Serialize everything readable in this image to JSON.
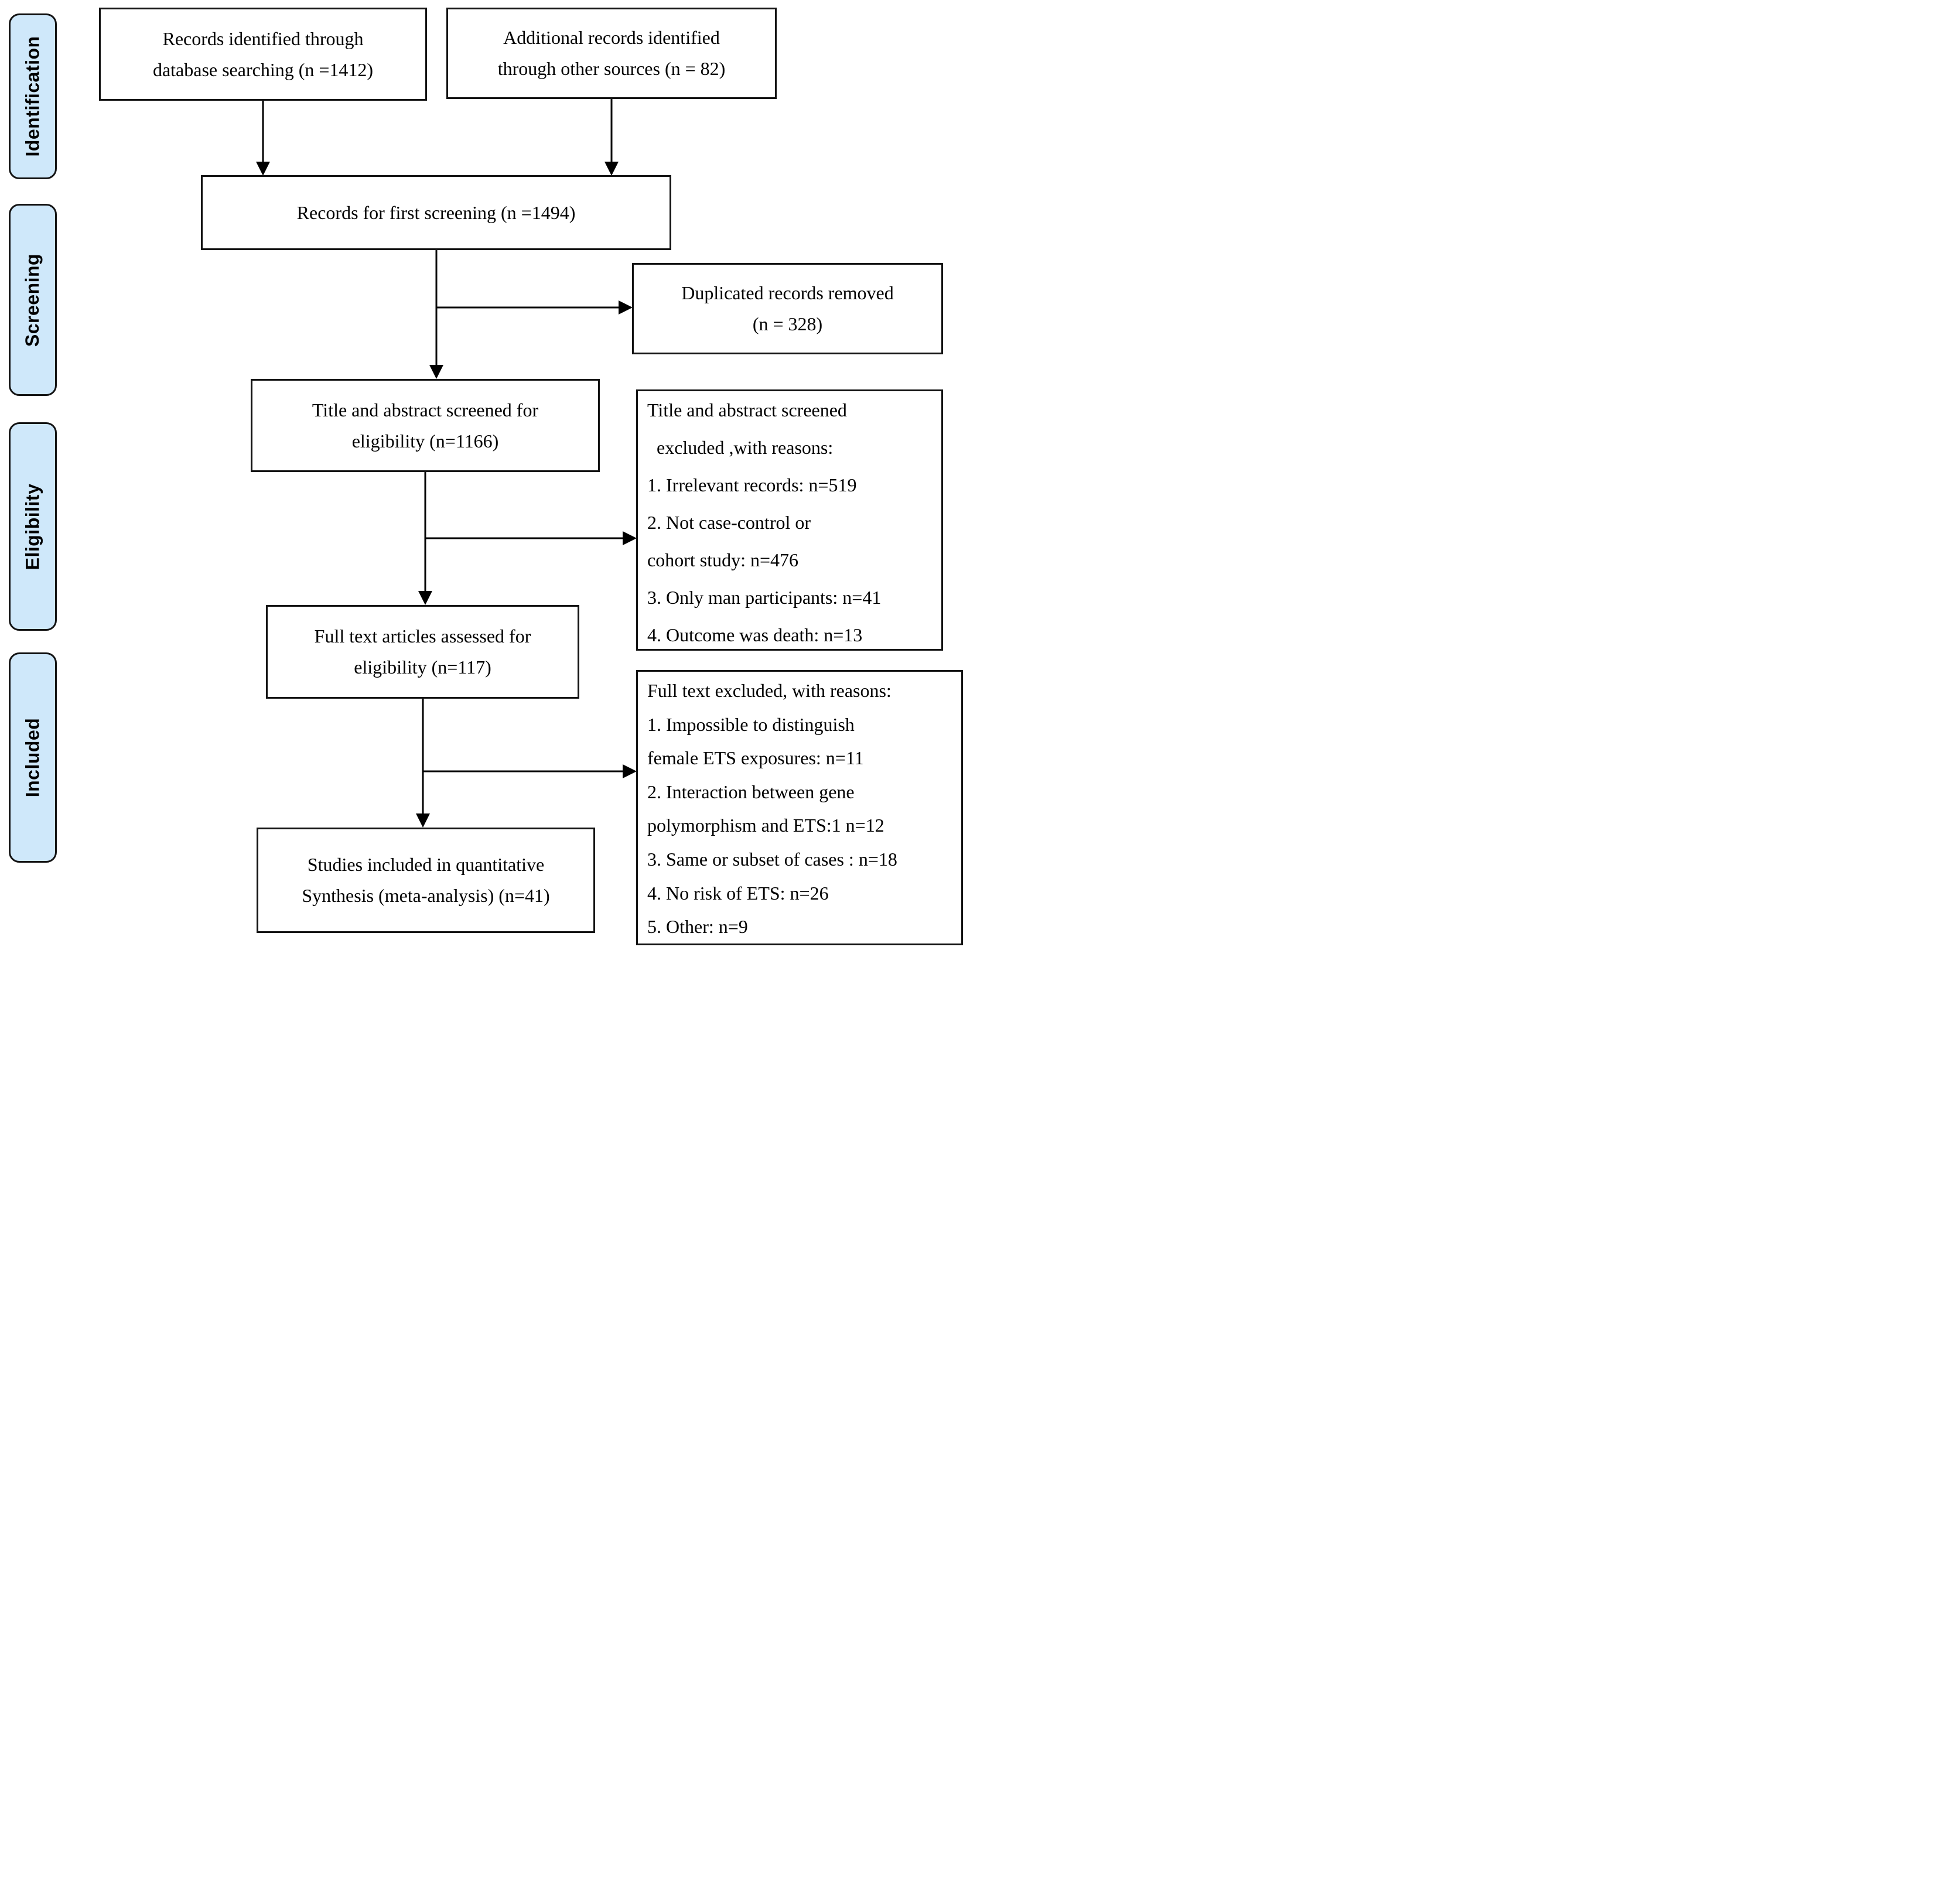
{
  "colors": {
    "stage_fill": "#cfe8fa",
    "box_fill": "#ffffff",
    "line": "#000000"
  },
  "sidebar": {
    "labels": [
      "Identification",
      "Screening",
      "Eligibility",
      "Included"
    ]
  },
  "boxes": {
    "records_database": "Records identified through\ndatabase searching (n =1412)",
    "records_other": "Additional records identified\nthrough other sources (n = 82)",
    "first_screening": "Records for first screening (n =1494)",
    "duplicates_removed": "Duplicated records removed\n(n = 328)",
    "title_abstract_screened": "Title and abstract screened for\neligibility (n=1166)",
    "title_abstract_excluded": "Title and abstract screened\n  excluded ,with reasons:\n1. Irrelevant records: n=519\n2. Not case-control or\ncohort study: n=476\n3. Only man participants: n=41\n4. Outcome was death: n=13",
    "full_text_assessed": "Full text articles assessed for\neligibility (n=117)",
    "full_text_excluded": "Full text excluded, with reasons:\n1. Impossible to distinguish\nfemale ETS exposures: n=11\n2. Interaction between gene\npolymorphism and ETS:1 n=12\n3. Same or subset of cases : n=18\n4. No risk of ETS: n=26\n5. Other: n=9",
    "included_studies": "Studies included in quantitative\nSynthesis (meta-analysis) (n=41)"
  }
}
